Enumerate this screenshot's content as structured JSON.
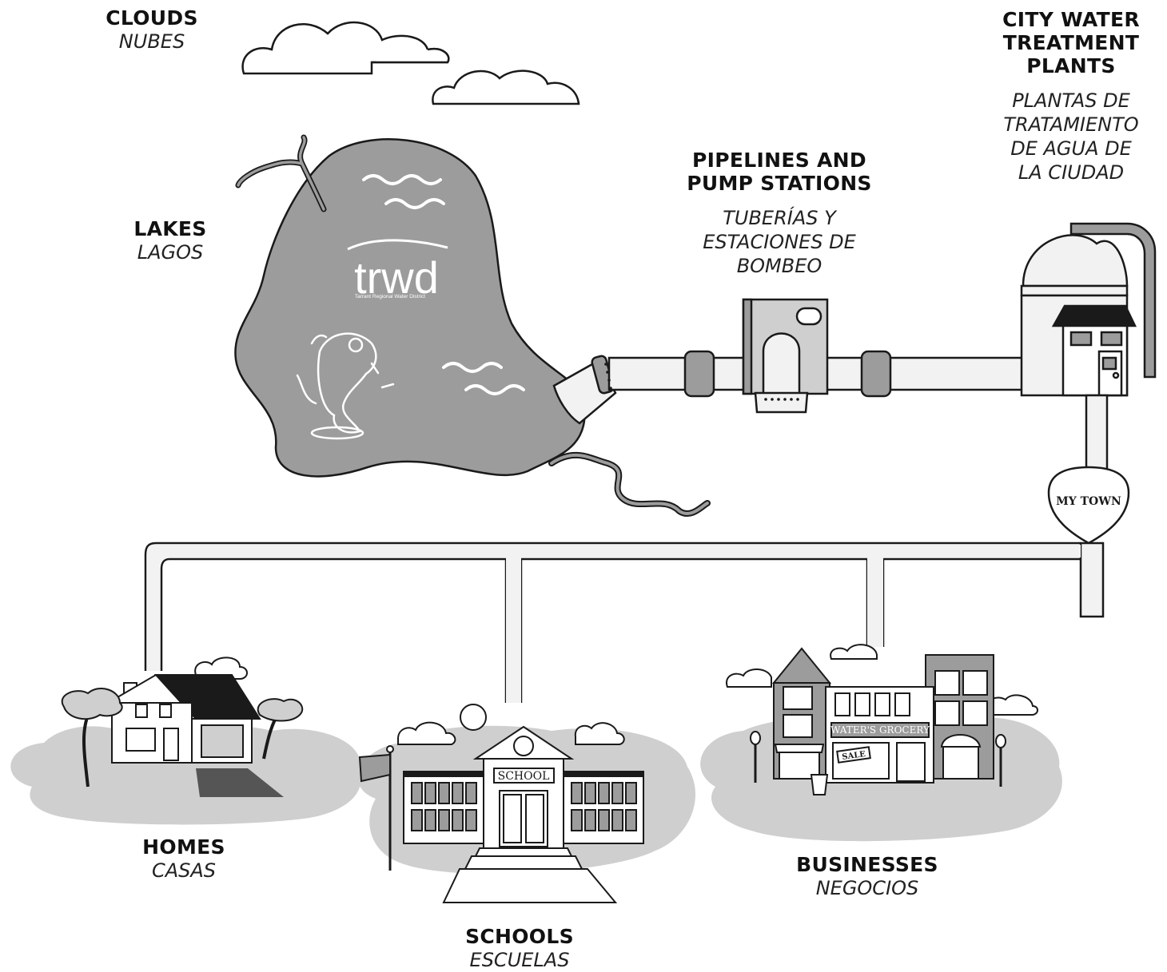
{
  "labels": {
    "clouds": {
      "en": "CLOUDS",
      "es": "NUBES"
    },
    "lakes": {
      "en": "LAKES",
      "es": "LAGOS"
    },
    "pipelines": {
      "en": [
        "PIPELINES AND",
        "PUMP STATIONS"
      ],
      "es": [
        "TUBERÍAS Y",
        "ESTACIONES DE",
        "BOMBEO"
      ]
    },
    "treatment": {
      "en": [
        "CITY WATER",
        "TREATMENT",
        "PLANTS"
      ],
      "es": [
        "PLANTAS DE",
        "TRATAMIENTO",
        "DE AGUA DE",
        "LA CIUDAD"
      ]
    },
    "homes": {
      "en": "HOMES",
      "es": "CASAS"
    },
    "schools": {
      "en": "SCHOOLS",
      "es": "ESCUELAS"
    },
    "businesses": {
      "en": "BUSINESSES",
      "es": "NEGOCIOS"
    }
  },
  "logo": {
    "name": "trwd",
    "tagline": "Tarrant Regional Water District"
  },
  "signs": {
    "tower": "MY TOWN",
    "school": "SCHOOL",
    "grocery": "WATER'S GROCERY",
    "sale": "SALE"
  },
  "colors": {
    "water": "#9c9c9c",
    "pipe": "#f2f2f2",
    "outline": "#1a1a1a",
    "ground": "#cfcfcf"
  }
}
